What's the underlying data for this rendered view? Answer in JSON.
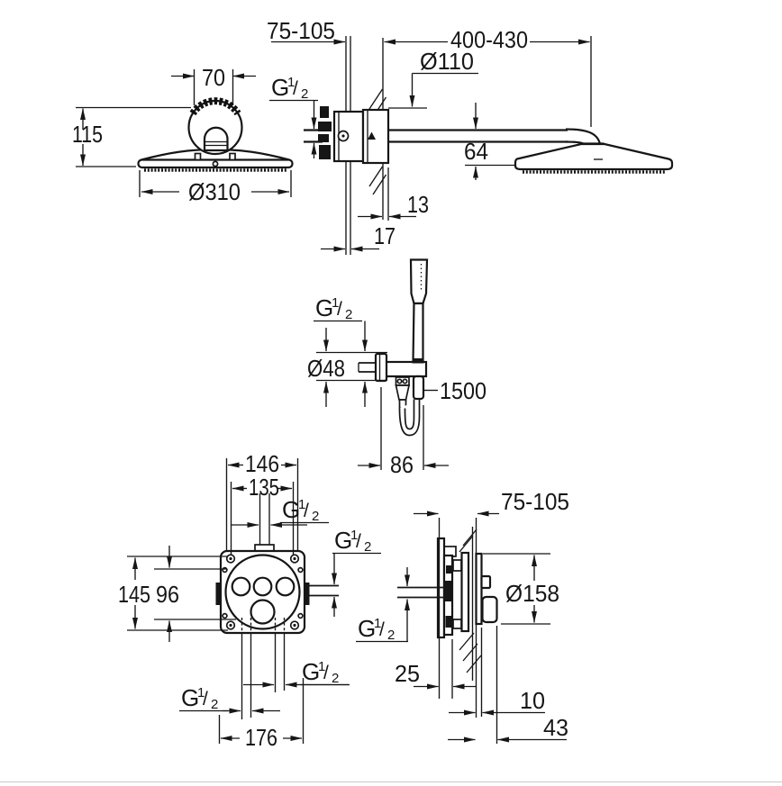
{
  "drawing_type": "shower-system-installation-dimension-drawing",
  "thread": {
    "G": "G",
    "one": "1",
    "slash": "/",
    "two": "2"
  },
  "labels": {
    "head_front": {
      "w70": "70",
      "h115": "115",
      "d310": "Ø310"
    },
    "wall_section": {
      "depth": "75-105",
      "t13": "13",
      "t17": "17"
    },
    "head_side": {
      "reach": "400-430",
      "d110": "Ø110",
      "h64": "64"
    },
    "hand_shower": {
      "d48": "Ø48",
      "hose": "1500",
      "w86": "86"
    },
    "box_front": {
      "w146": "146",
      "w135": "135",
      "h145": "145",
      "h96": "96",
      "w176": "176"
    },
    "valve_side": {
      "depth": "75-105",
      "d158": "Ø158",
      "b25": "25",
      "t10": "10",
      "h43": "43"
    }
  }
}
